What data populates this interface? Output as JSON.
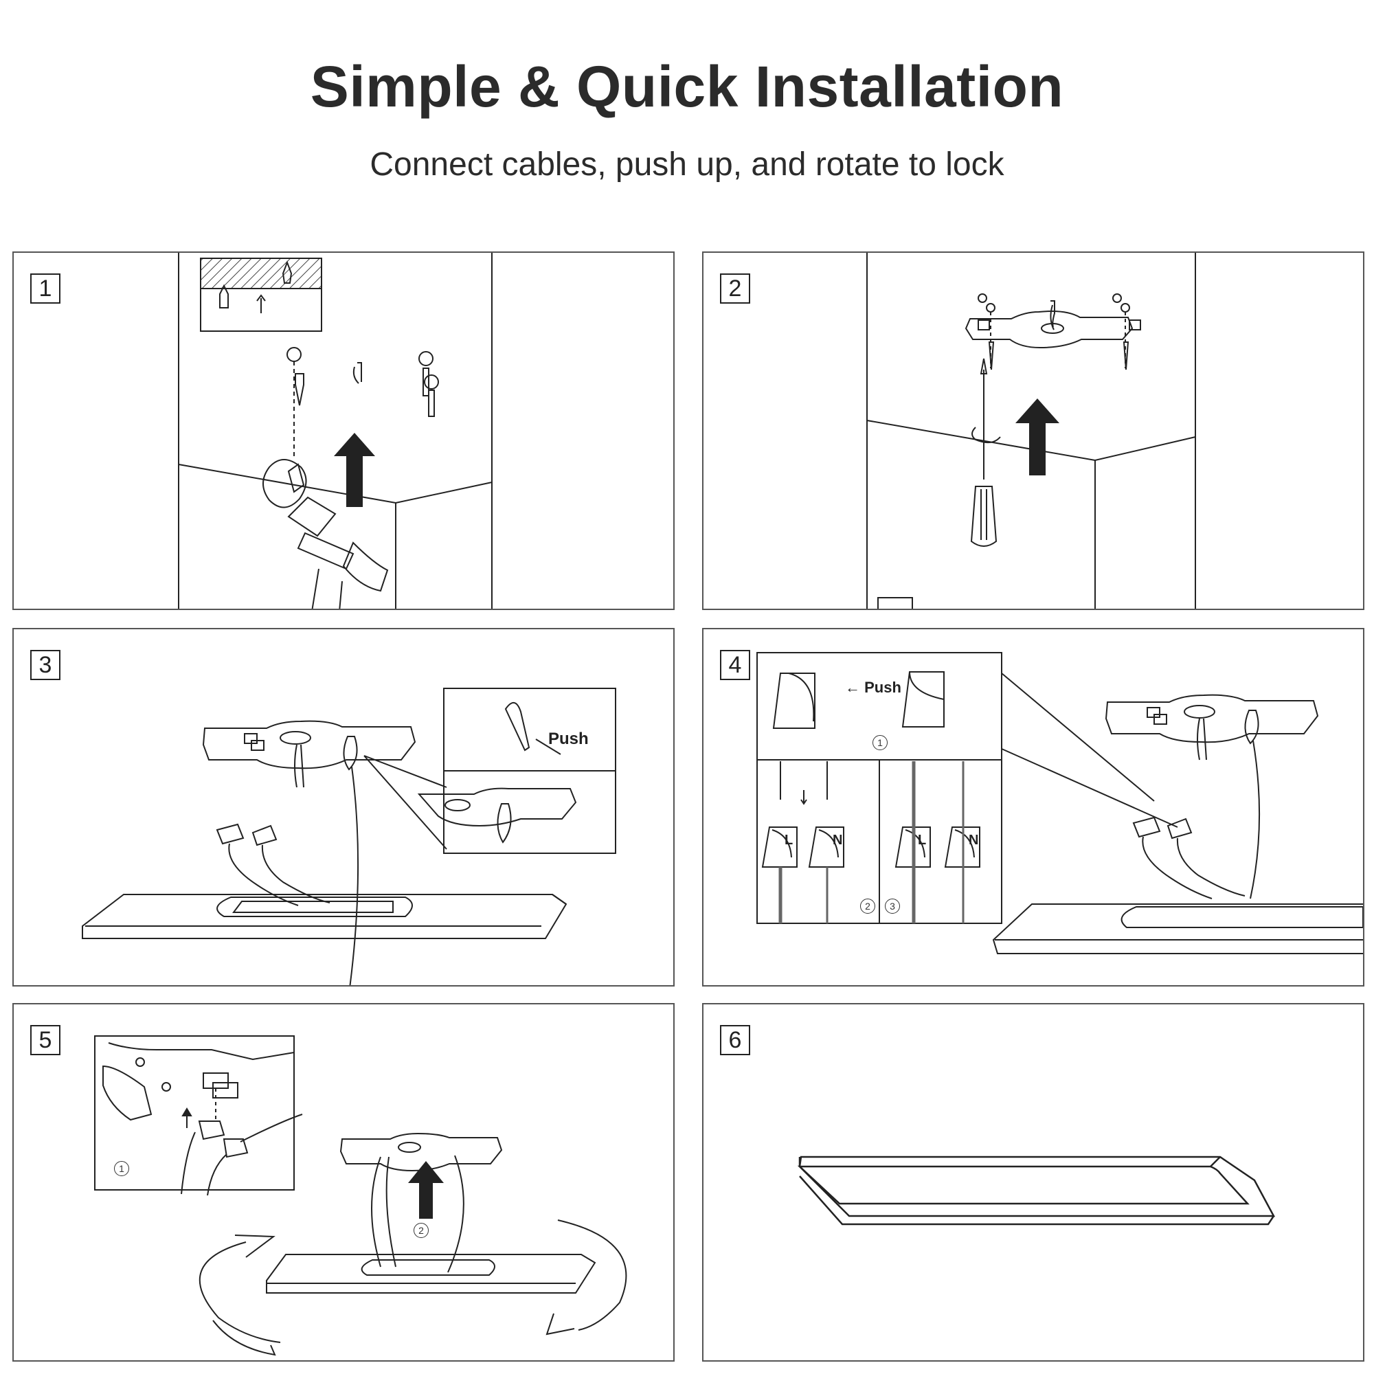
{
  "header": {
    "title": "Simple & Quick Installation",
    "subtitle": "Connect cables, push up, and rotate to lock"
  },
  "steps": [
    {
      "number": "1"
    },
    {
      "number": "2"
    },
    {
      "number": "3",
      "push_label": "Push"
    },
    {
      "number": "4",
      "push_label": "Push",
      "label_l": "L",
      "label_n": "N",
      "sub_1": "1",
      "sub_2": "2",
      "sub_3": "3"
    },
    {
      "number": "5",
      "sub_1": "1",
      "sub_2": "2"
    },
    {
      "number": "6"
    }
  ]
}
